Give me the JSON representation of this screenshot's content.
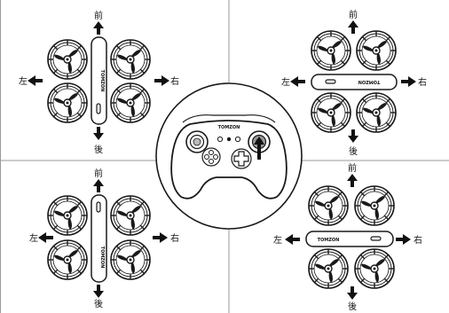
{
  "labels": {
    "forward": "前",
    "backward": "後",
    "left": "左",
    "right": "右"
  },
  "brand": "TOMZON",
  "colors": {
    "line": "#1a1a1a",
    "divider": "#9a9a9a",
    "background": "#ffffff"
  },
  "panels": [
    {
      "position": "top-left",
      "drone_orientation": "vertical",
      "rotor_icon": "drone-rotor-icon"
    },
    {
      "position": "top-right",
      "drone_orientation": "horizontal",
      "rotor_icon": "drone-rotor-icon"
    },
    {
      "position": "bottom-left",
      "drone_orientation": "vertical",
      "rotor_icon": "drone-rotor-icon"
    },
    {
      "position": "bottom-right",
      "drone_orientation": "horizontal",
      "rotor_icon": "drone-rotor-icon"
    }
  ],
  "controller": {
    "brand": "TOMZON",
    "icon": "gamepad-icon"
  }
}
